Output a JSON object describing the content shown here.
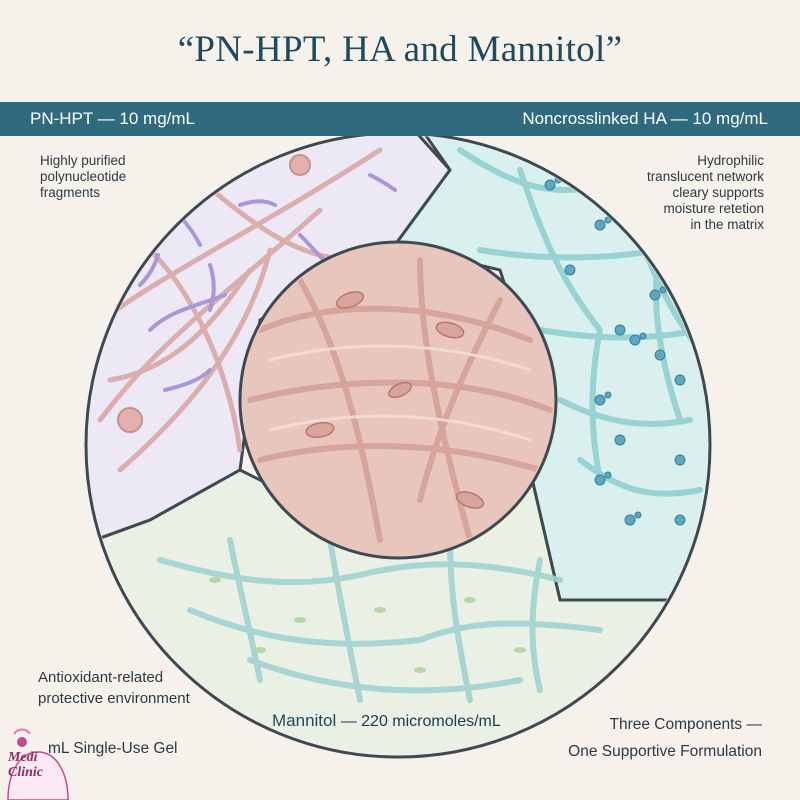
{
  "title": "“PN-HPT, HA and Mannitol”",
  "bands": {
    "left": "PN-HPT — 10 mg/mL",
    "right": "Noncrosslinked HA — 10 mg/mL"
  },
  "notes": {
    "top_left": [
      "Highly purified",
      "polynucleotide",
      "fragments"
    ],
    "top_right": [
      "Hydrophilic",
      "translucent network",
      "cleary supports",
      "moisture retetion",
      "in the matrix"
    ],
    "bottom_left": [
      "Antioxidant-related",
      "protective environment"
    ],
    "bottom_right": [
      "Three Components —",
      "One Supportive Formulation"
    ]
  },
  "mannitol": {
    "name": "Mannitol",
    "value": " — 220 micromoles/mL"
  },
  "gel_label": "mL Single-Use Gel",
  "logo": {
    "line1": "Medi",
    "line2": "Clinic"
  },
  "colors": {
    "band": "#2f6a7e",
    "pn_segment": "#ece8f6",
    "ha_segment": "#d9f0ee",
    "mannitol_segment": "#eaf1e4",
    "center": "#e9c6bd",
    "title": "#1d4a5c"
  }
}
